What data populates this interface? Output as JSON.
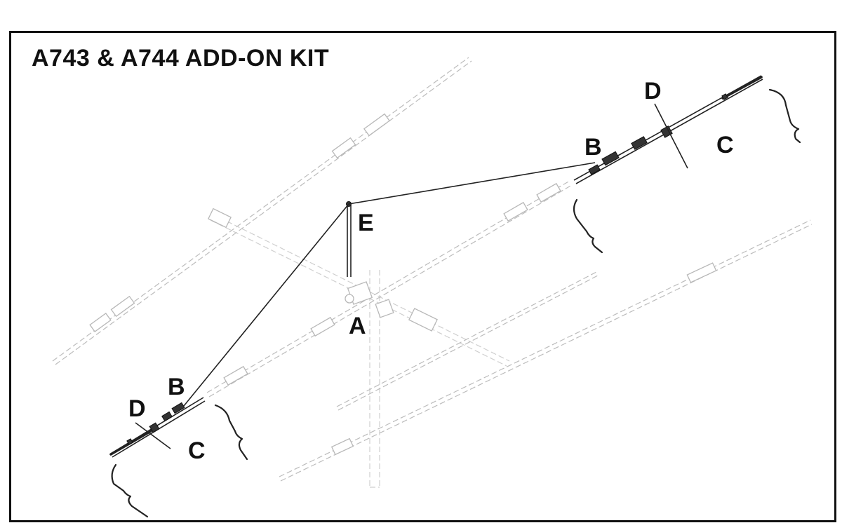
{
  "title": "A743 & A744 ADD-ON KIT",
  "labels": {
    "a": "A",
    "b_left": "B",
    "b_right": "B",
    "c_left": "C",
    "c_right": "C",
    "d_left": "D",
    "d_right": "D",
    "e": "E"
  }
}
